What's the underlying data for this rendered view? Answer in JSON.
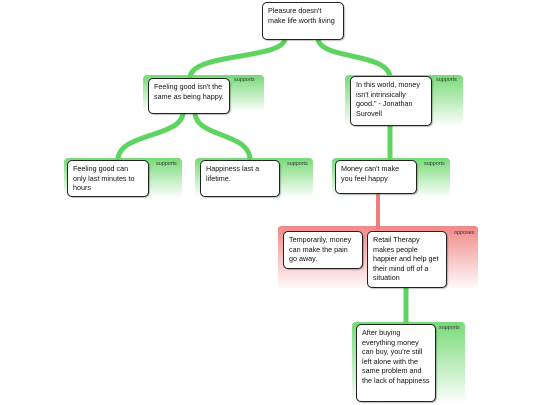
{
  "nodes": {
    "root": "Pleasure doesn't make life worth living",
    "feeling_good": "Feeling good isn't the same as being happy.",
    "money_quote": "In this world, money isn't intrinsically good.\" - Jonathan Surovell",
    "minutes": "Feeling good can only last minutes to hours",
    "lifetime": "Happiness last a lifetime.",
    "money_happy": "Money can't make you feel happy",
    "temporarily": "Temporarily, money can make the pain go away.",
    "retail": "Retail Therapy makes people happier and help get their mind off of a situation",
    "after_buying": "After buying everything money can buy, you're still left alone with the same problem and the lack of happiness"
  },
  "relations": {
    "supports": "supports",
    "opposes": "opposes"
  },
  "colors": {
    "support_green": "#5fd35f",
    "oppose_red": "#f07b7b"
  }
}
